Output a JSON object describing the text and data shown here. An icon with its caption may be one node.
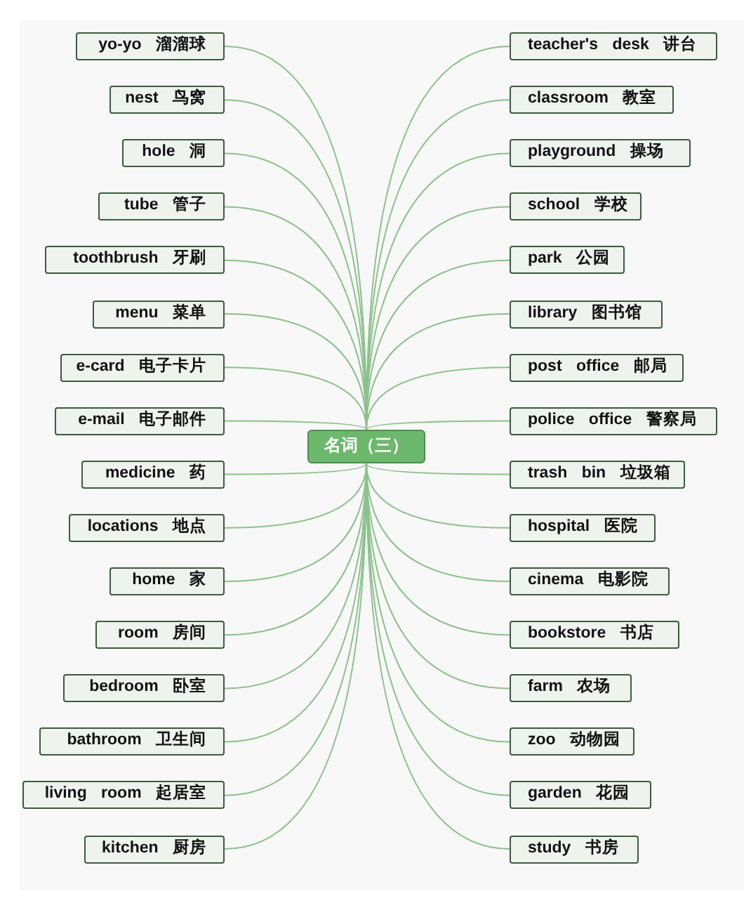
{
  "diagram": {
    "nodes": [
      {
        "text": [
          "名词（三）"
        ]
      },
      {
        "text": [
          "yo-yo 溜溜球"
        ]
      },
      {
        "text": [
          "nest 鸟窝"
        ]
      },
      {
        "text": [
          "hole 洞"
        ]
      },
      {
        "text": [
          "tube 管子"
        ]
      },
      {
        "text": [
          "toothbrush 牙刷"
        ]
      },
      {
        "text": [
          "menu 菜单"
        ]
      },
      {
        "text": [
          "e-card 电子卡片"
        ]
      },
      {
        "text": [
          "e-mail 电子邮件"
        ]
      },
      {
        "text": [
          "medicine 药"
        ]
      },
      {
        "text": [
          "locations 地点"
        ]
      },
      {
        "text": [
          "home 家"
        ]
      },
      {
        "text": [
          "room 房间"
        ]
      },
      {
        "text": [
          "bedroom 卧室"
        ]
      },
      {
        "text": [
          "bathroom 卫生间"
        ]
      },
      {
        "text": [
          "living room 起居室"
        ]
      },
      {
        "text": [
          "kitchen 厨房"
        ]
      },
      {
        "text": [
          "teacher's desk 讲台"
        ]
      },
      {
        "text": [
          "classroom 教室"
        ]
      },
      {
        "text": [
          "playground 操场"
        ]
      },
      {
        "text": [
          "school 学校"
        ]
      },
      {
        "text": [
          "park 公园"
        ]
      },
      {
        "text": [
          "library 图书馆"
        ]
      },
      {
        "text": [
          "post office 邮局"
        ]
      },
      {
        "text": [
          "police office 警察局"
        ]
      },
      {
        "text": [
          "trash bin 垃圾箱"
        ]
      },
      {
        "text": [
          "hospital 医院"
        ]
      },
      {
        "text": [
          "cinema 电影院"
        ]
      },
      {
        "text": [
          "bookstore 书店"
        ]
      },
      {
        "text": [
          "farm 农场"
        ]
      },
      {
        "text": [
          "zoo 动物园"
        ]
      },
      {
        "text": [
          "garden 花园"
        ]
      },
      {
        "text": [
          "study 书房"
        ]
      }
    ],
    "edges": [
      {
        "from": 0,
        "to": 1,
        "arrow": "none"
      },
      {
        "from": 0,
        "to": 2,
        "arrow": "none"
      },
      {
        "from": 0,
        "to": 3,
        "arrow": "none"
      },
      {
        "from": 0,
        "to": 4,
        "arrow": "none"
      },
      {
        "from": 0,
        "to": 5,
        "arrow": "none"
      },
      {
        "from": 0,
        "to": 6,
        "arrow": "none"
      },
      {
        "from": 0,
        "to": 7,
        "arrow": "none"
      },
      {
        "from": 0,
        "to": 8,
        "arrow": "none"
      },
      {
        "from": 0,
        "to": 9,
        "arrow": "none"
      },
      {
        "from": 0,
        "to": 10,
        "arrow": "none"
      },
      {
        "from": 0,
        "to": 11,
        "arrow": "none"
      },
      {
        "from": 0,
        "to": 12,
        "arrow": "none"
      },
      {
        "from": 0,
        "to": 13,
        "arrow": "none"
      },
      {
        "from": 0,
        "to": 14,
        "arrow": "none"
      },
      {
        "from": 0,
        "to": 15,
        "arrow": "none"
      },
      {
        "from": 0,
        "to": 16,
        "arrow": "none"
      },
      {
        "from": 0,
        "to": 17,
        "arrow": "none"
      },
      {
        "from": 0,
        "to": 18,
        "arrow": "none"
      },
      {
        "from": 0,
        "to": 19,
        "arrow": "none"
      },
      {
        "from": 0,
        "to": 20,
        "arrow": "none"
      },
      {
        "from": 0,
        "to": 21,
        "arrow": "none"
      },
      {
        "from": 0,
        "to": 22,
        "arrow": "none"
      },
      {
        "from": 0,
        "to": 23,
        "arrow": "none"
      },
      {
        "from": 0,
        "to": 24,
        "arrow": "none"
      },
      {
        "from": 0,
        "to": 25,
        "arrow": "none"
      },
      {
        "from": 0,
        "to": 26,
        "arrow": "none"
      },
      {
        "from": 0,
        "to": 27,
        "arrow": "none"
      },
      {
        "from": 0,
        "to": 28,
        "arrow": "none"
      },
      {
        "from": 0,
        "to": 29,
        "arrow": "none"
      },
      {
        "from": 0,
        "to": 30,
        "arrow": "none"
      },
      {
        "from": 0,
        "to": 31,
        "arrow": "none"
      },
      {
        "from": 0,
        "to": 32,
        "arrow": "none"
      }
    ]
  }
}
